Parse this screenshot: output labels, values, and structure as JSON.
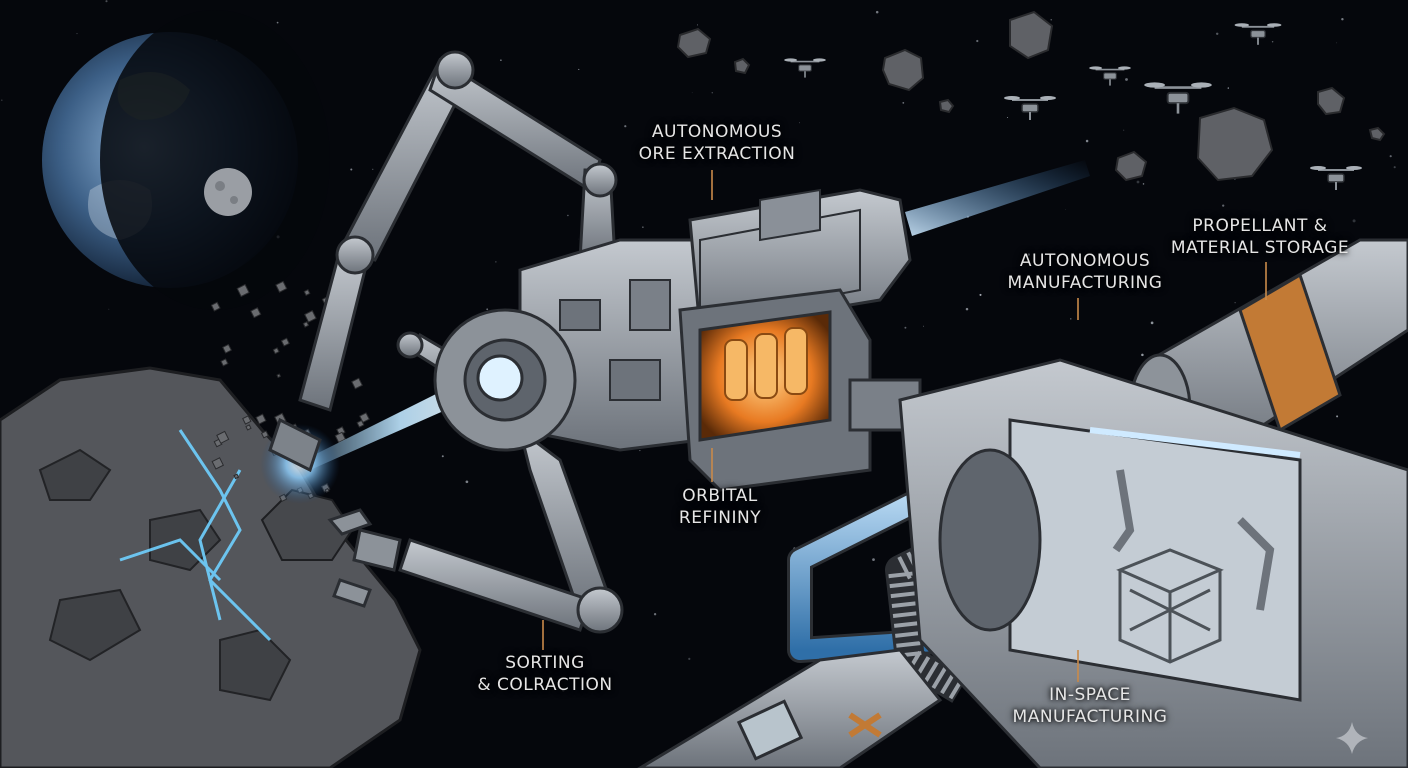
{
  "labels": {
    "ore_extraction": {
      "line1": "AUTONOMOUS",
      "line2": "ORE EXTRACTION"
    },
    "orbital_refining": {
      "line1": "ORBITAL",
      "line2": "REFININY"
    },
    "sorting": {
      "line1": "SORTING",
      "line2": "& COLRACTION"
    },
    "autonomous_manufacturing": {
      "line1": "AUTONOMOUS",
      "line2": "MANUFACTURING"
    },
    "storage": {
      "line1": "PROPELLANT &",
      "line2": "MATERIAL STORAGE"
    },
    "in_space_manufacturing": {
      "line1": "IN-SPACE",
      "line2": "MANUFACTURING"
    }
  },
  "colors": {
    "space": "#05070c",
    "hull": "#9aa0a8",
    "hull_dark": "#4d535b",
    "laser": "#5fb8ff",
    "refinery_glow": "#ff9a3c",
    "leader": "#c98a4a",
    "coolant": "#4fa8e0"
  },
  "icons": [
    "earth-icon",
    "moon-icon",
    "drone-icon",
    "sparkle-icon"
  ]
}
